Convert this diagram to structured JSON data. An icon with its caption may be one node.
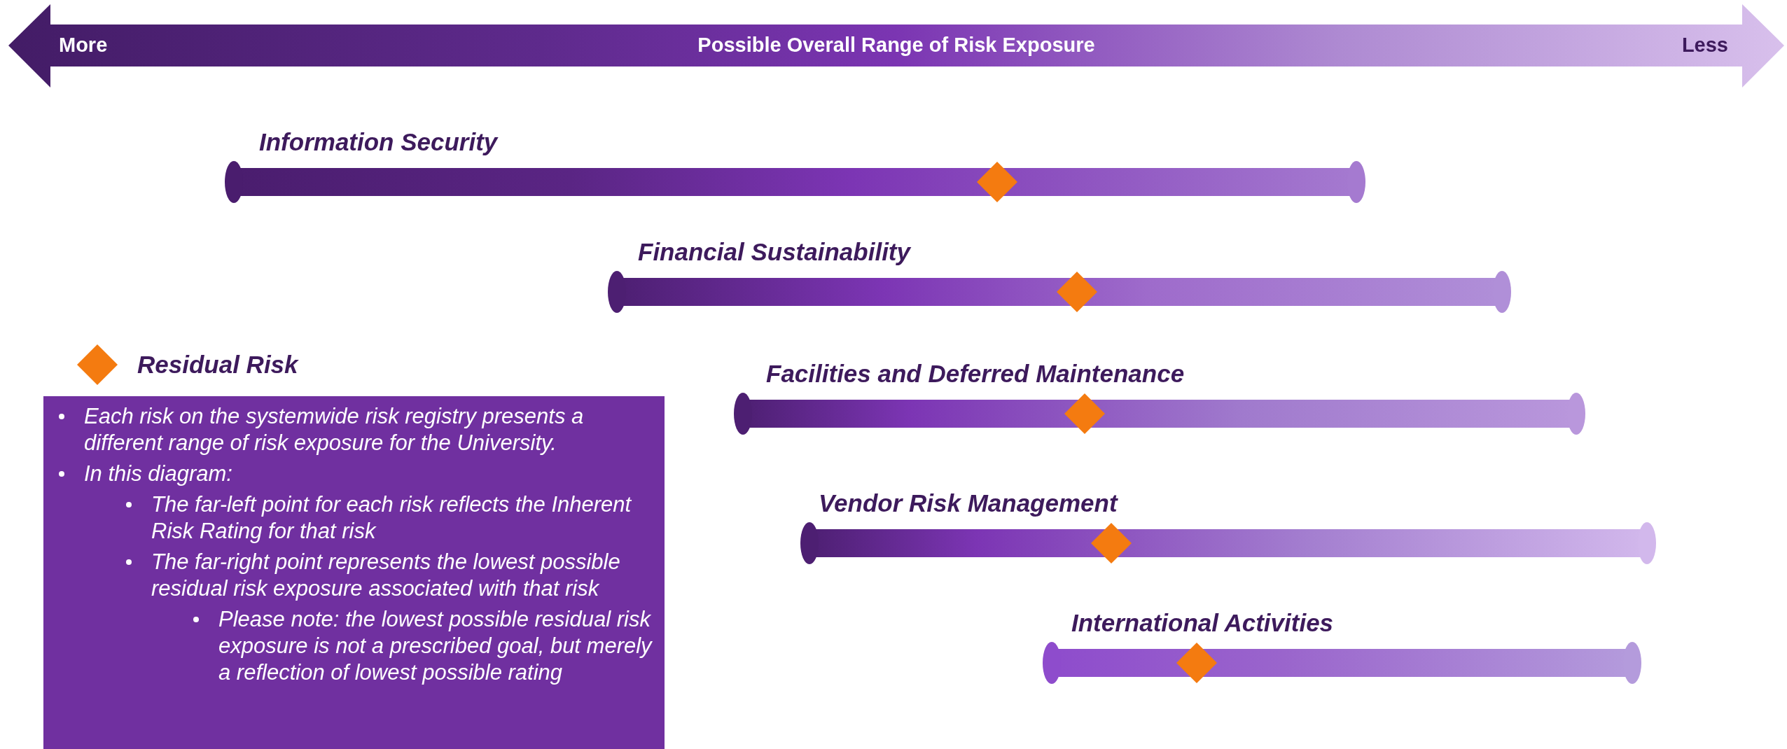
{
  "diagram": {
    "nodes": [
      {
        "text": [
          "More",
          "Possible Overall Range of Risk Exposure",
          "Less"
        ]
      },
      {
        "text": [
          "Information Security"
        ]
      },
      {
        "text": [
          "Financial Sustainability"
        ]
      },
      {
        "text": [
          "Facilities and Deferred Maintenance"
        ]
      },
      {
        "text": [
          "Vendor Risk Management"
        ]
      },
      {
        "text": [
          "International Activities"
        ]
      },
      {
        "text": [
          "Each risk on the systemwide risk registry presents a different range of risk exposure for the University.",
          "In this diagram:",
          "The far-left point for each risk reflects the Inherent Risk Rating for that risk",
          "The far-right point represents the lowest possible residual risk exposure associated with that risk",
          "Please note: the lowest possible residual risk exposure is not a prescribed goal, but merely a reflection of lowest possible rating"
        ]
      }
    ],
    "legend": [
      {
        "text": "Residual Risk"
      }
    ]
  }
}
